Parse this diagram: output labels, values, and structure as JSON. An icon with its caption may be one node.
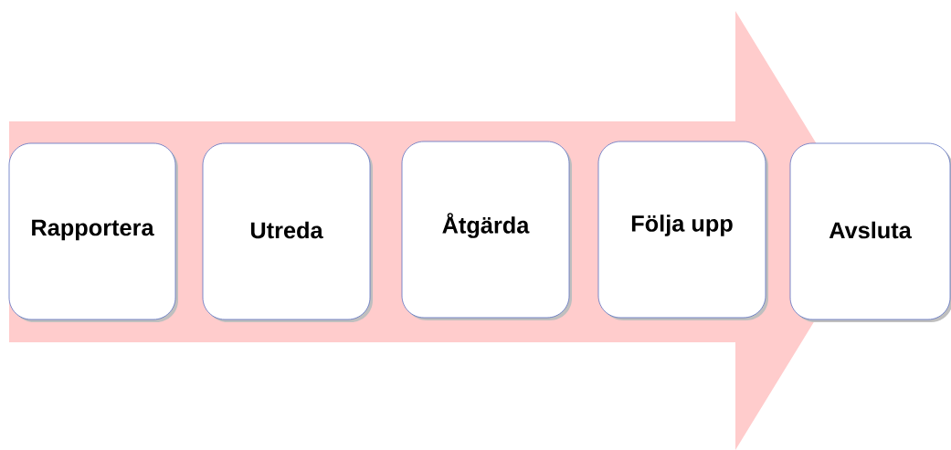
{
  "diagram": {
    "nodes": [
      {
        "text": [
          "Rapportera"
        ]
      },
      {
        "text": [
          "Utreda"
        ]
      },
      {
        "text": [
          "Åtgärda"
        ]
      },
      {
        "text": [
          "Följa upp"
        ]
      },
      {
        "text": [
          "Avsluta"
        ]
      }
    ]
  }
}
